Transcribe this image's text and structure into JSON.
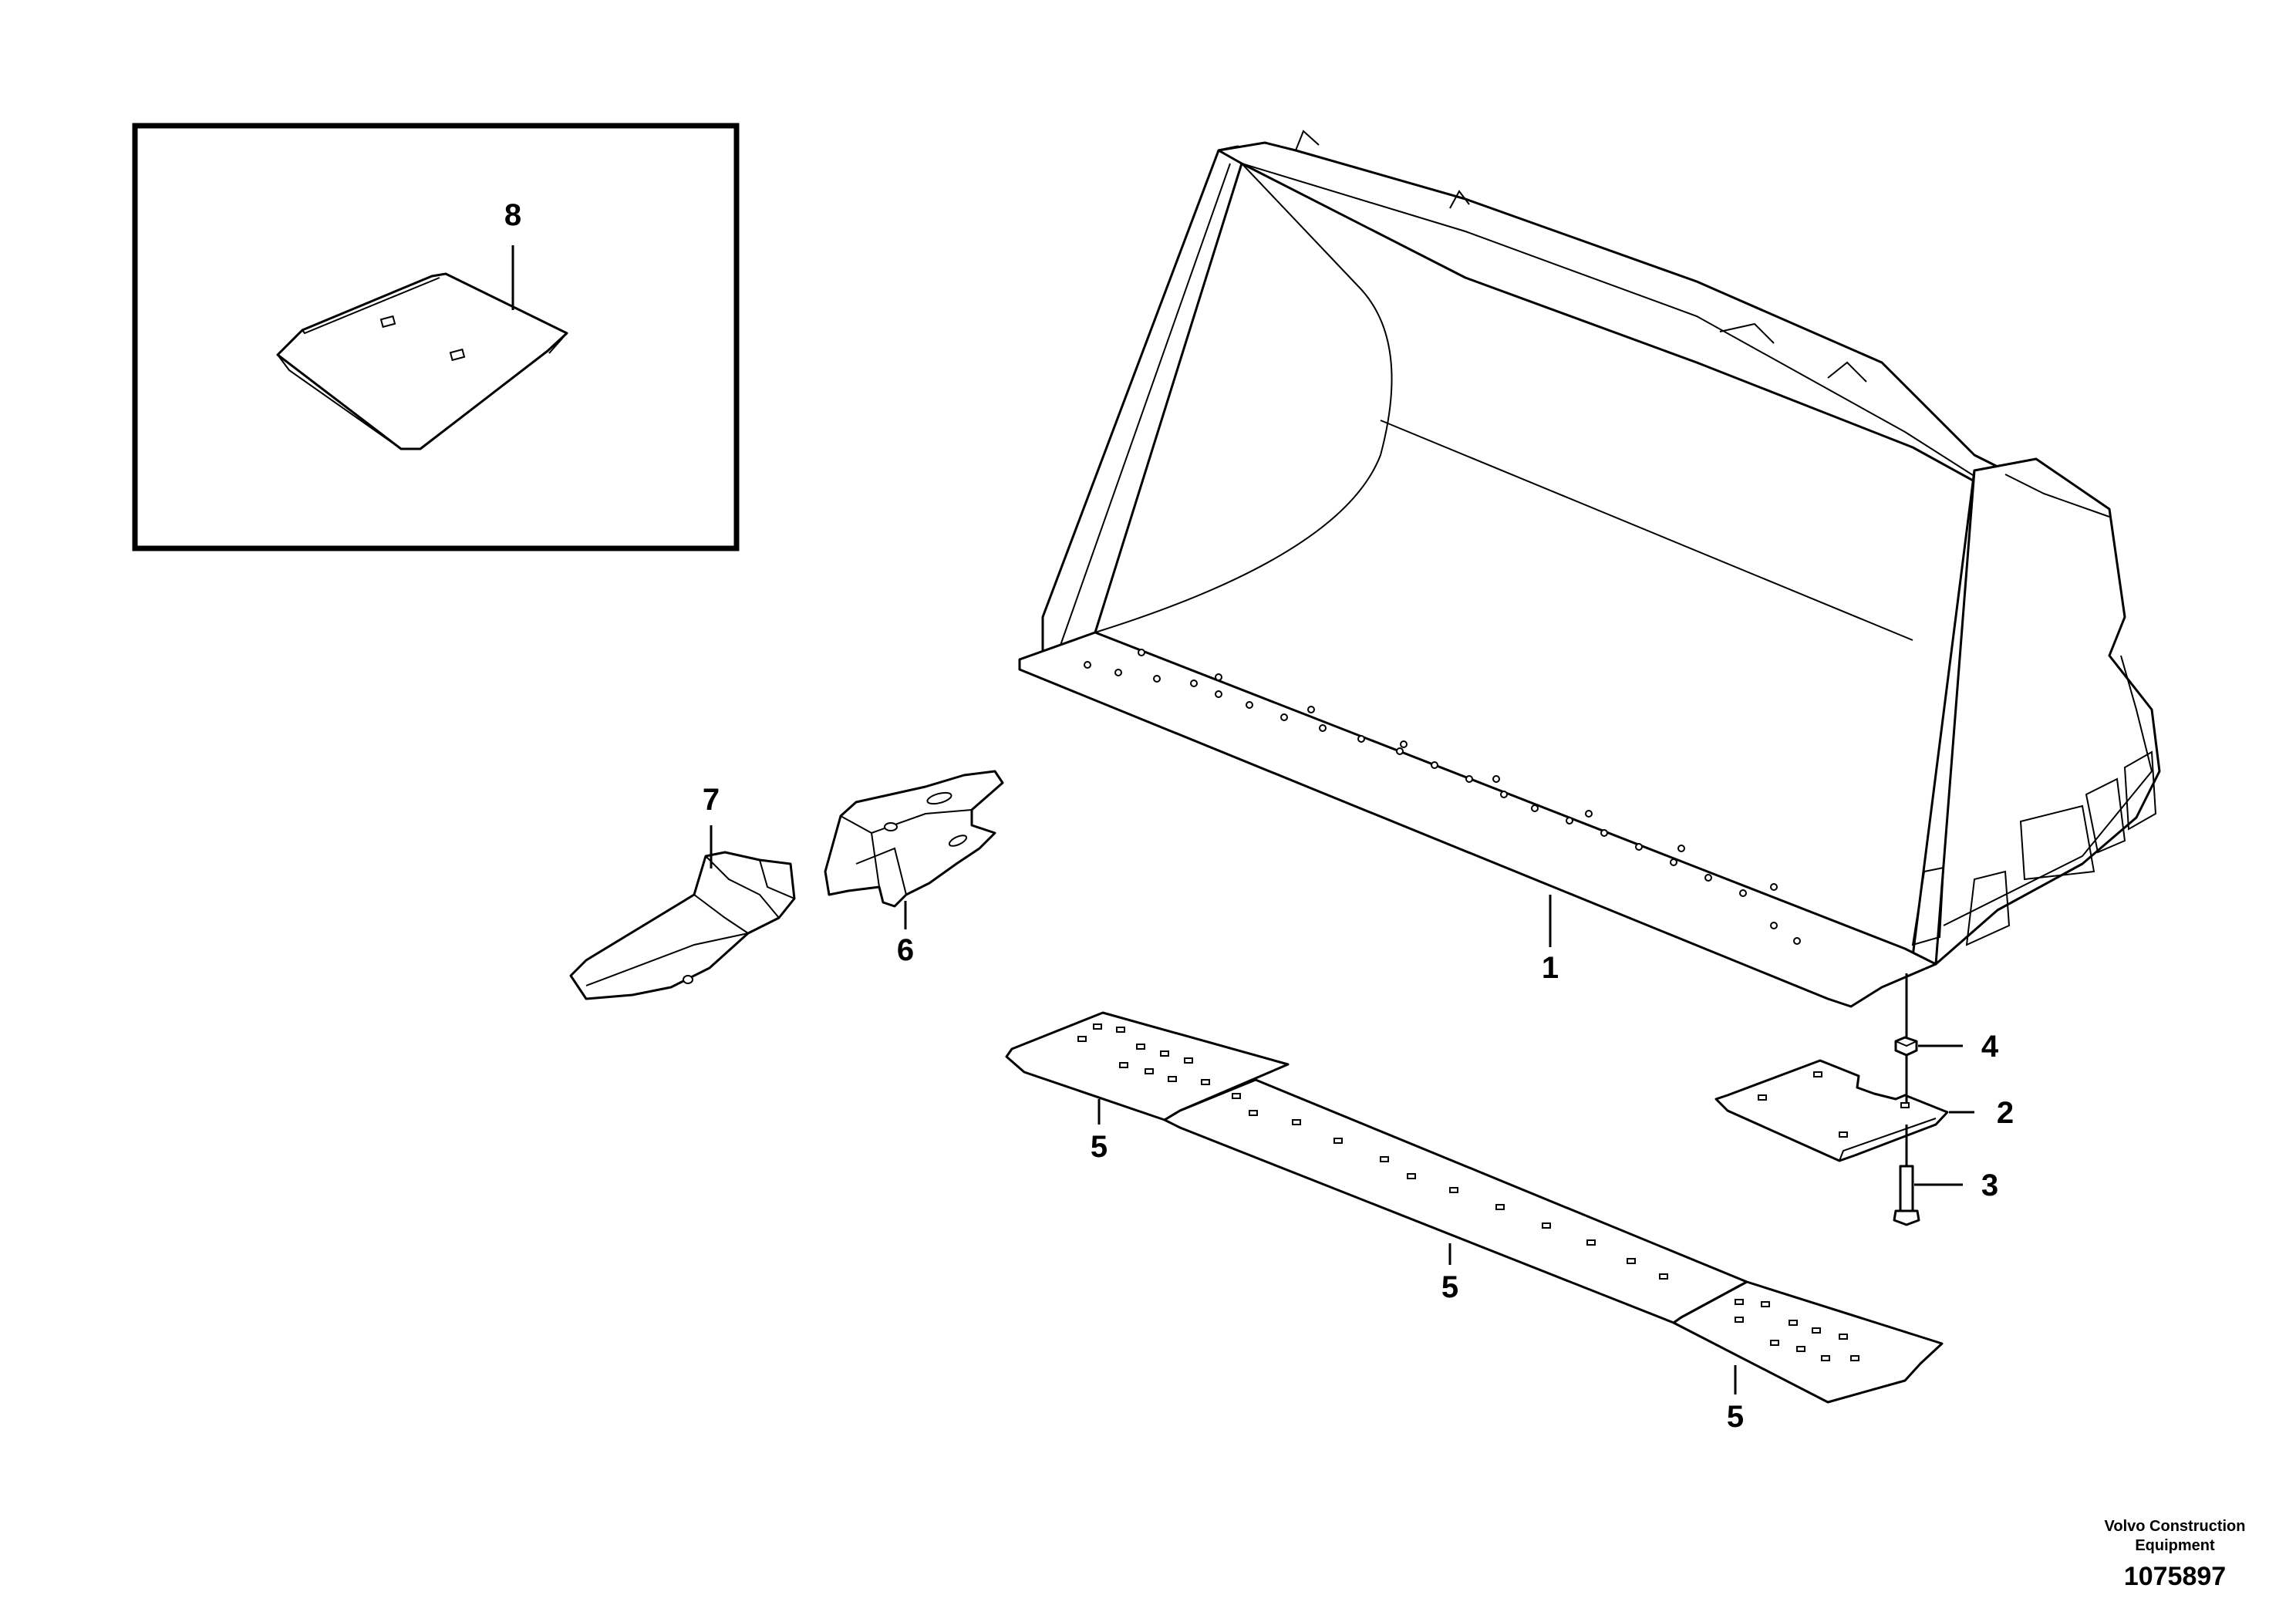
{
  "callouts": {
    "c1": "1",
    "c2": "2",
    "c3": "3",
    "c4": "4",
    "c5a": "5",
    "c5b": "5",
    "c5c": "5",
    "c6": "6",
    "c7": "7",
    "c8": "8"
  },
  "footer": {
    "company_line1": "Volvo Construction",
    "company_line2": "Equipment",
    "drawing_number": "1075897"
  }
}
